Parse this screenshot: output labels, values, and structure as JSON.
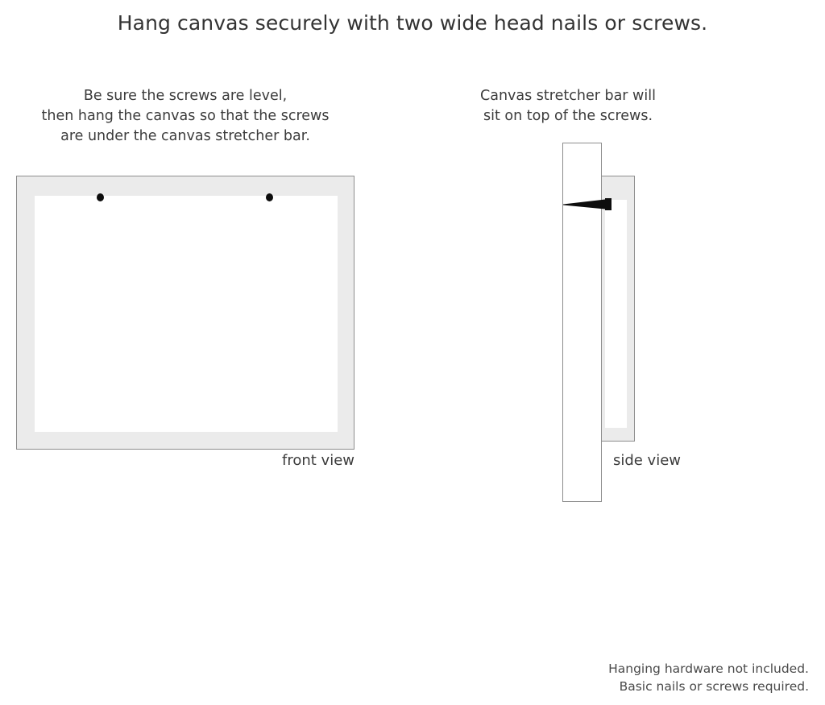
{
  "title": "Hang canvas securely with two wide head nails or screws.",
  "captions": {
    "left": {
      "line1": "Be sure the screws are level,",
      "line2": "then hang the canvas so that the screws",
      "line3": "are under the canvas stretcher bar."
    },
    "right": {
      "line1": "Canvas stretcher bar will",
      "line2": "sit on top of the screws."
    }
  },
  "diagrams": {
    "front": {
      "label": "front view",
      "screw_count": 2
    },
    "side": {
      "label": "side view",
      "screw_count": 1
    }
  },
  "footer": {
    "line1": "Hanging hardware not included.",
    "line2": "Basic nails or screws required."
  },
  "colors": {
    "background": "#ffffff",
    "text": "#3a3a3a",
    "frame_fill": "#ebebeb",
    "frame_border": "#8d8d8d",
    "canvas_face": "#ffffff",
    "screw": "#0d0d0d"
  }
}
